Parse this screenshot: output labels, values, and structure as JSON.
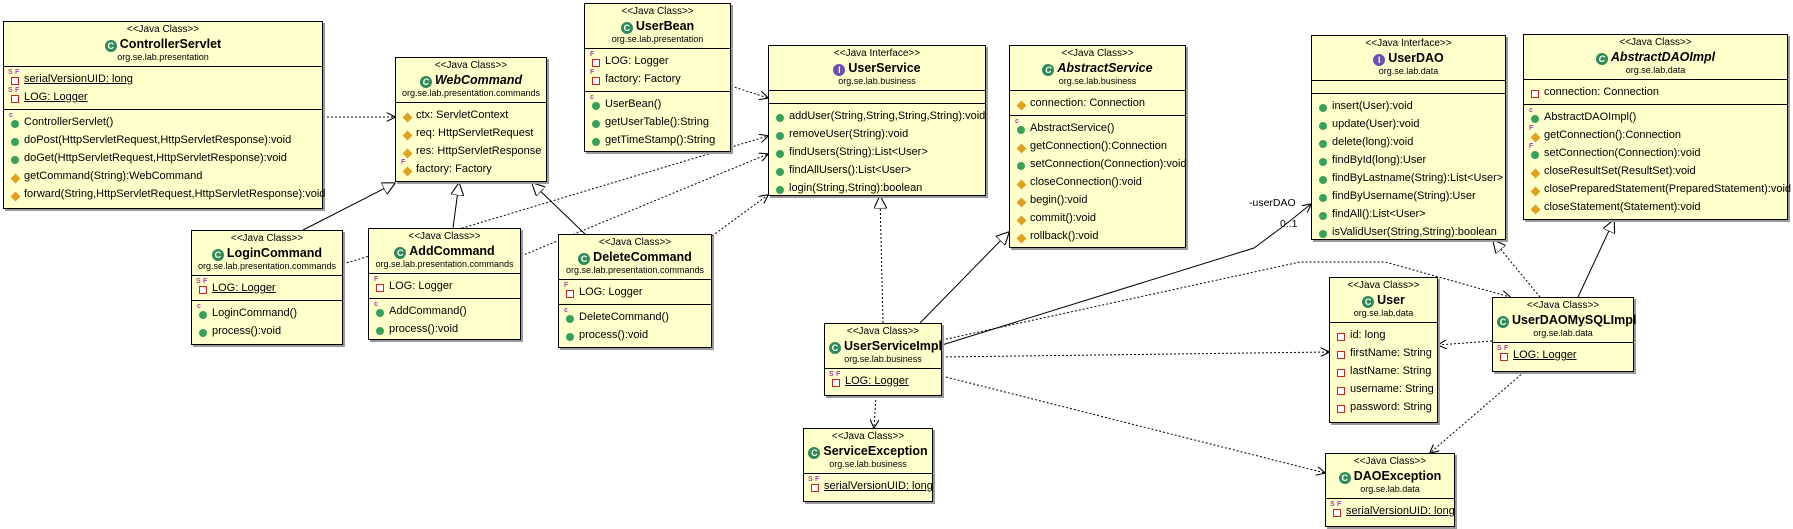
{
  "classes": [
    {
      "id": "ControllerServlet",
      "stereo": "<<Java Class>>",
      "name": "ControllerServlet",
      "pkg": "org.se.lab.presentation",
      "abstract": false,
      "icon": "class-icon",
      "fields": [
        {
          "text": "serialVersionUID: long",
          "vis": "private",
          "static": true,
          "final": true,
          "underline": true
        },
        {
          "text": "LOG: Logger",
          "vis": "private",
          "static": true,
          "final": true,
          "underline": true
        }
      ],
      "methods": [
        {
          "text": "ControllerServlet()",
          "vis": "public",
          "ctor": true
        },
        {
          "text": "doPost(HttpServletRequest,HttpServletResponse):void",
          "vis": "public"
        },
        {
          "text": "doGet(HttpServletRequest,HttpServletResponse):void",
          "vis": "public"
        },
        {
          "text": "getCommand(String):WebCommand",
          "vis": "protected"
        },
        {
          "text": "forward(String,HttpServletRequest,HttpServletResponse):void",
          "vis": "protected"
        }
      ]
    },
    {
      "id": "WebCommand",
      "stereo": "<<Java Class>>",
      "name": "WebCommand",
      "pkg": "org.se.lab.presentation.commands",
      "abstract": true,
      "icon": "abstract-class-icon",
      "fields": [
        {
          "text": "ctx: ServletContext",
          "vis": "protected"
        },
        {
          "text": "req: HttpServletRequest",
          "vis": "protected"
        },
        {
          "text": "res: HttpServletResponse",
          "vis": "protected"
        },
        {
          "text": "factory: Factory",
          "vis": "protected",
          "final": true
        }
      ],
      "methods": []
    },
    {
      "id": "UserBean",
      "stereo": "<<Java Class>>",
      "name": "UserBean",
      "pkg": "org.se.lab.presentation",
      "abstract": false,
      "icon": "class-icon",
      "fields": [
        {
          "text": "LOG: Logger",
          "vis": "private",
          "final": true
        },
        {
          "text": "factory: Factory",
          "vis": "private",
          "final": true
        }
      ],
      "methods": [
        {
          "text": "UserBean()",
          "vis": "public",
          "ctor": true
        },
        {
          "text": "getUserTable():String",
          "vis": "public"
        },
        {
          "text": "getTimeStamp():String",
          "vis": "public"
        }
      ]
    },
    {
      "id": "UserService",
      "stereo": "<<Java Interface>>",
      "name": "UserService",
      "pkg": "org.se.lab.business",
      "abstract": false,
      "icon": "interface-icon",
      "fields": [],
      "methods": [
        {
          "text": "addUser(String,String,String,String):void",
          "vis": "public"
        },
        {
          "text": "removeUser(String):void",
          "vis": "public"
        },
        {
          "text": "findUsers(String):List<User>",
          "vis": "public"
        },
        {
          "text": "findAllUsers():List<User>",
          "vis": "public"
        },
        {
          "text": "login(String,String):boolean",
          "vis": "public"
        }
      ]
    },
    {
      "id": "AbstractService",
      "stereo": "<<Java Class>>",
      "name": "AbstractService",
      "pkg": "org.se.lab.business",
      "abstract": true,
      "icon": "abstract-class-icon",
      "fields": [
        {
          "text": "connection: Connection",
          "vis": "protected"
        }
      ],
      "methods": [
        {
          "text": "AbstractService()",
          "vis": "public",
          "ctor": true
        },
        {
          "text": "getConnection():Connection",
          "vis": "protected"
        },
        {
          "text": "setConnection(Connection):void",
          "vis": "public"
        },
        {
          "text": "closeConnection():void",
          "vis": "protected"
        },
        {
          "text": "begin():void",
          "vis": "protected"
        },
        {
          "text": "commit():void",
          "vis": "protected"
        },
        {
          "text": "rollback():void",
          "vis": "protected"
        }
      ]
    },
    {
      "id": "UserDAO",
      "stereo": "<<Java Interface>>",
      "name": "UserDAO",
      "pkg": "org.se.lab.data",
      "abstract": false,
      "icon": "interface-icon",
      "fields": [],
      "methods": [
        {
          "text": "insert(User):void",
          "vis": "public"
        },
        {
          "text": "update(User):void",
          "vis": "public"
        },
        {
          "text": "delete(long):void",
          "vis": "public"
        },
        {
          "text": "findById(long):User",
          "vis": "public"
        },
        {
          "text": "findByLastname(String):List<User>",
          "vis": "public"
        },
        {
          "text": "findByUsername(String):User",
          "vis": "public"
        },
        {
          "text": "findAll():List<User>",
          "vis": "public"
        },
        {
          "text": "isValidUser(String,String):boolean",
          "vis": "public"
        }
      ]
    },
    {
      "id": "AbstractDAOImpl",
      "stereo": "<<Java Class>>",
      "name": "AbstractDAOImpl",
      "pkg": "org.se.lab.data",
      "abstract": true,
      "icon": "abstract-class-icon",
      "fields": [
        {
          "text": "connection: Connection",
          "vis": "private"
        }
      ],
      "methods": [
        {
          "text": "AbstractDAOImpl()",
          "vis": "public",
          "ctor": true
        },
        {
          "text": "getConnection():Connection",
          "vis": "protected",
          "final": true
        },
        {
          "text": "setConnection(Connection):void",
          "vis": "public",
          "final": true
        },
        {
          "text": "closeResultSet(ResultSet):void",
          "vis": "protected"
        },
        {
          "text": "closePreparedStatement(PreparedStatement):void",
          "vis": "protected"
        },
        {
          "text": "closeStatement(Statement):void",
          "vis": "protected"
        }
      ]
    },
    {
      "id": "LoginCommand",
      "stereo": "<<Java Class>>",
      "name": "LoginCommand",
      "pkg": "org.se.lab.presentation.commands",
      "abstract": false,
      "icon": "class-icon",
      "fields": [
        {
          "text": "LOG: Logger",
          "vis": "private",
          "static": true,
          "final": true,
          "underline": true
        }
      ],
      "methods": [
        {
          "text": "LoginCommand()",
          "vis": "public",
          "ctor": true
        },
        {
          "text": "process():void",
          "vis": "public"
        }
      ]
    },
    {
      "id": "AddCommand",
      "stereo": "<<Java Class>>",
      "name": "AddCommand",
      "pkg": "org.se.lab.presentation.commands",
      "abstract": false,
      "icon": "class-icon",
      "fields": [
        {
          "text": "LOG: Logger",
          "vis": "private",
          "final": true
        }
      ],
      "methods": [
        {
          "text": "AddCommand()",
          "vis": "public",
          "ctor": true
        },
        {
          "text": "process():void",
          "vis": "public"
        }
      ]
    },
    {
      "id": "DeleteCommand",
      "stereo": "<<Java Class>>",
      "name": "DeleteCommand",
      "pkg": "org.se.lab.presentation.commands",
      "abstract": false,
      "icon": "class-icon",
      "fields": [
        {
          "text": "LOG: Logger",
          "vis": "private",
          "final": true
        }
      ],
      "methods": [
        {
          "text": "DeleteCommand()",
          "vis": "public",
          "ctor": true
        },
        {
          "text": "process():void",
          "vis": "public"
        }
      ]
    },
    {
      "id": "UserServiceImpl",
      "stereo": "<<Java Class>>",
      "name": "UserServiceImpl",
      "pkg": "org.se.lab.business",
      "abstract": false,
      "icon": "class-icon",
      "fields": [
        {
          "text": "LOG: Logger",
          "vis": "private",
          "static": true,
          "final": true,
          "underline": true
        }
      ],
      "methods": []
    },
    {
      "id": "ServiceException",
      "stereo": "<<Java Class>>",
      "name": "ServiceException",
      "pkg": "org.se.lab.business",
      "abstract": false,
      "icon": "class-icon",
      "fields": [
        {
          "text": "serialVersionUID: long",
          "vis": "private",
          "static": true,
          "final": true,
          "underline": true
        }
      ],
      "methods": []
    },
    {
      "id": "User",
      "stereo": "<<Java Class>>",
      "name": "User",
      "pkg": "org.se.lab.data",
      "abstract": false,
      "icon": "class-icon",
      "fields": [
        {
          "text": "id: long",
          "vis": "private"
        },
        {
          "text": "firstName: String",
          "vis": "private"
        },
        {
          "text": "lastName: String",
          "vis": "private"
        },
        {
          "text": "username: String",
          "vis": "private"
        },
        {
          "text": "password: String",
          "vis": "private"
        }
      ],
      "methods": []
    },
    {
      "id": "UserDAOMySQLImpl",
      "stereo": "<<Java Class>>",
      "name": "UserDAOMySQLImpl",
      "pkg": "org.se.lab.data",
      "abstract": false,
      "icon": "class-icon",
      "fields": [
        {
          "text": "LOG: Logger",
          "vis": "private",
          "static": true,
          "final": true,
          "underline": true
        }
      ],
      "methods": []
    },
    {
      "id": "DAOException",
      "stereo": "<<Java Class>>",
      "name": "DAOException",
      "pkg": "org.se.lab.data",
      "abstract": false,
      "icon": "class-icon",
      "fields": [
        {
          "text": "serialVersionUID: long",
          "vis": "private",
          "static": true,
          "final": true,
          "underline": true
        }
      ],
      "methods": []
    }
  ],
  "relations": [
    {
      "from": "ControllerServlet",
      "to": "WebCommand",
      "kind": "dependency"
    },
    {
      "from": "UserBean",
      "to": "UserService",
      "kind": "dependency"
    },
    {
      "from": "LoginCommand",
      "to": "WebCommand",
      "kind": "generalization"
    },
    {
      "from": "AddCommand",
      "to": "WebCommand",
      "kind": "generalization"
    },
    {
      "from": "DeleteCommand",
      "to": "WebCommand",
      "kind": "generalization"
    },
    {
      "from": "LoginCommand",
      "to": "UserService",
      "kind": "dependency"
    },
    {
      "from": "AddCommand",
      "to": "UserService",
      "kind": "dependency"
    },
    {
      "from": "DeleteCommand",
      "to": "UserService",
      "kind": "dependency"
    },
    {
      "from": "UserServiceImpl",
      "to": "UserService",
      "kind": "realization"
    },
    {
      "from": "UserServiceImpl",
      "to": "AbstractService",
      "kind": "generalization"
    },
    {
      "from": "UserServiceImpl",
      "to": "UserDAO",
      "kind": "association",
      "label": "-userDAO",
      "multiplicity": "0..1"
    },
    {
      "from": "UserServiceImpl",
      "to": "UserDAOMySQLImpl",
      "kind": "dependency"
    },
    {
      "from": "UserServiceImpl",
      "to": "User",
      "kind": "dependency"
    },
    {
      "from": "UserServiceImpl",
      "to": "ServiceException",
      "kind": "dependency"
    },
    {
      "from": "UserServiceImpl",
      "to": "DAOException",
      "kind": "dependency"
    },
    {
      "from": "UserDAOMySQLImpl",
      "to": "UserDAO",
      "kind": "realization"
    },
    {
      "from": "UserDAOMySQLImpl",
      "to": "AbstractDAOImpl",
      "kind": "generalization"
    },
    {
      "from": "UserDAOMySQLImpl",
      "to": "User",
      "kind": "dependency"
    },
    {
      "from": "UserDAOMySQLImpl",
      "to": "DAOException",
      "kind": "dependency"
    }
  ]
}
